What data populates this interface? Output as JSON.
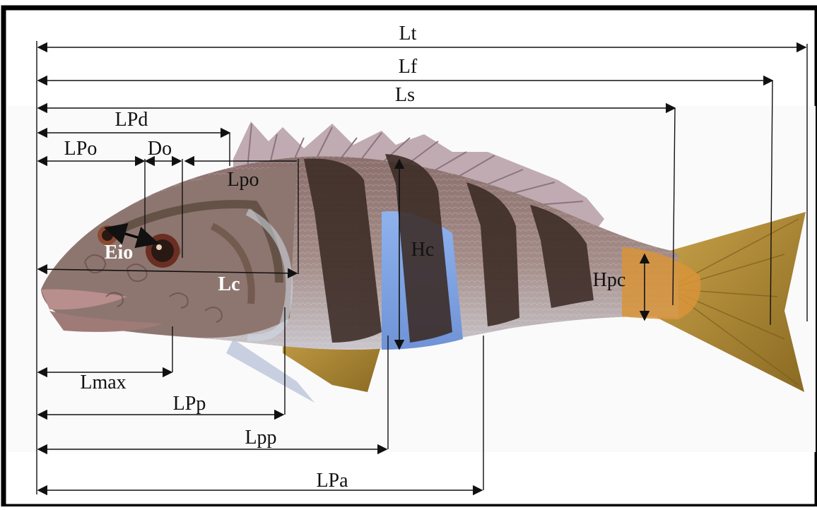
{
  "diagram": {
    "labels": {
      "lt": "Lt",
      "lf": "Lf",
      "ls": "Ls",
      "lpd": "LPd",
      "lpo": "LPo",
      "do": "Do",
      "lpo_small": "Lpo",
      "eio": "Eio",
      "lc": "Lc",
      "hc": "Hc",
      "hpc": "Hpc",
      "lmax": "Lmax",
      "lpp_pectoral": "LPp",
      "lpp_pelvic": "Lpp",
      "lpa": "LPa"
    },
    "colors": {
      "line": "#111111",
      "frame": "#000000",
      "body": "#9c8480",
      "band": "#3a2a24",
      "belly_blue": "#7fa6e6",
      "fin_yellow": "#b08a2c",
      "caudal_orange": "#d79a3e"
    }
  }
}
